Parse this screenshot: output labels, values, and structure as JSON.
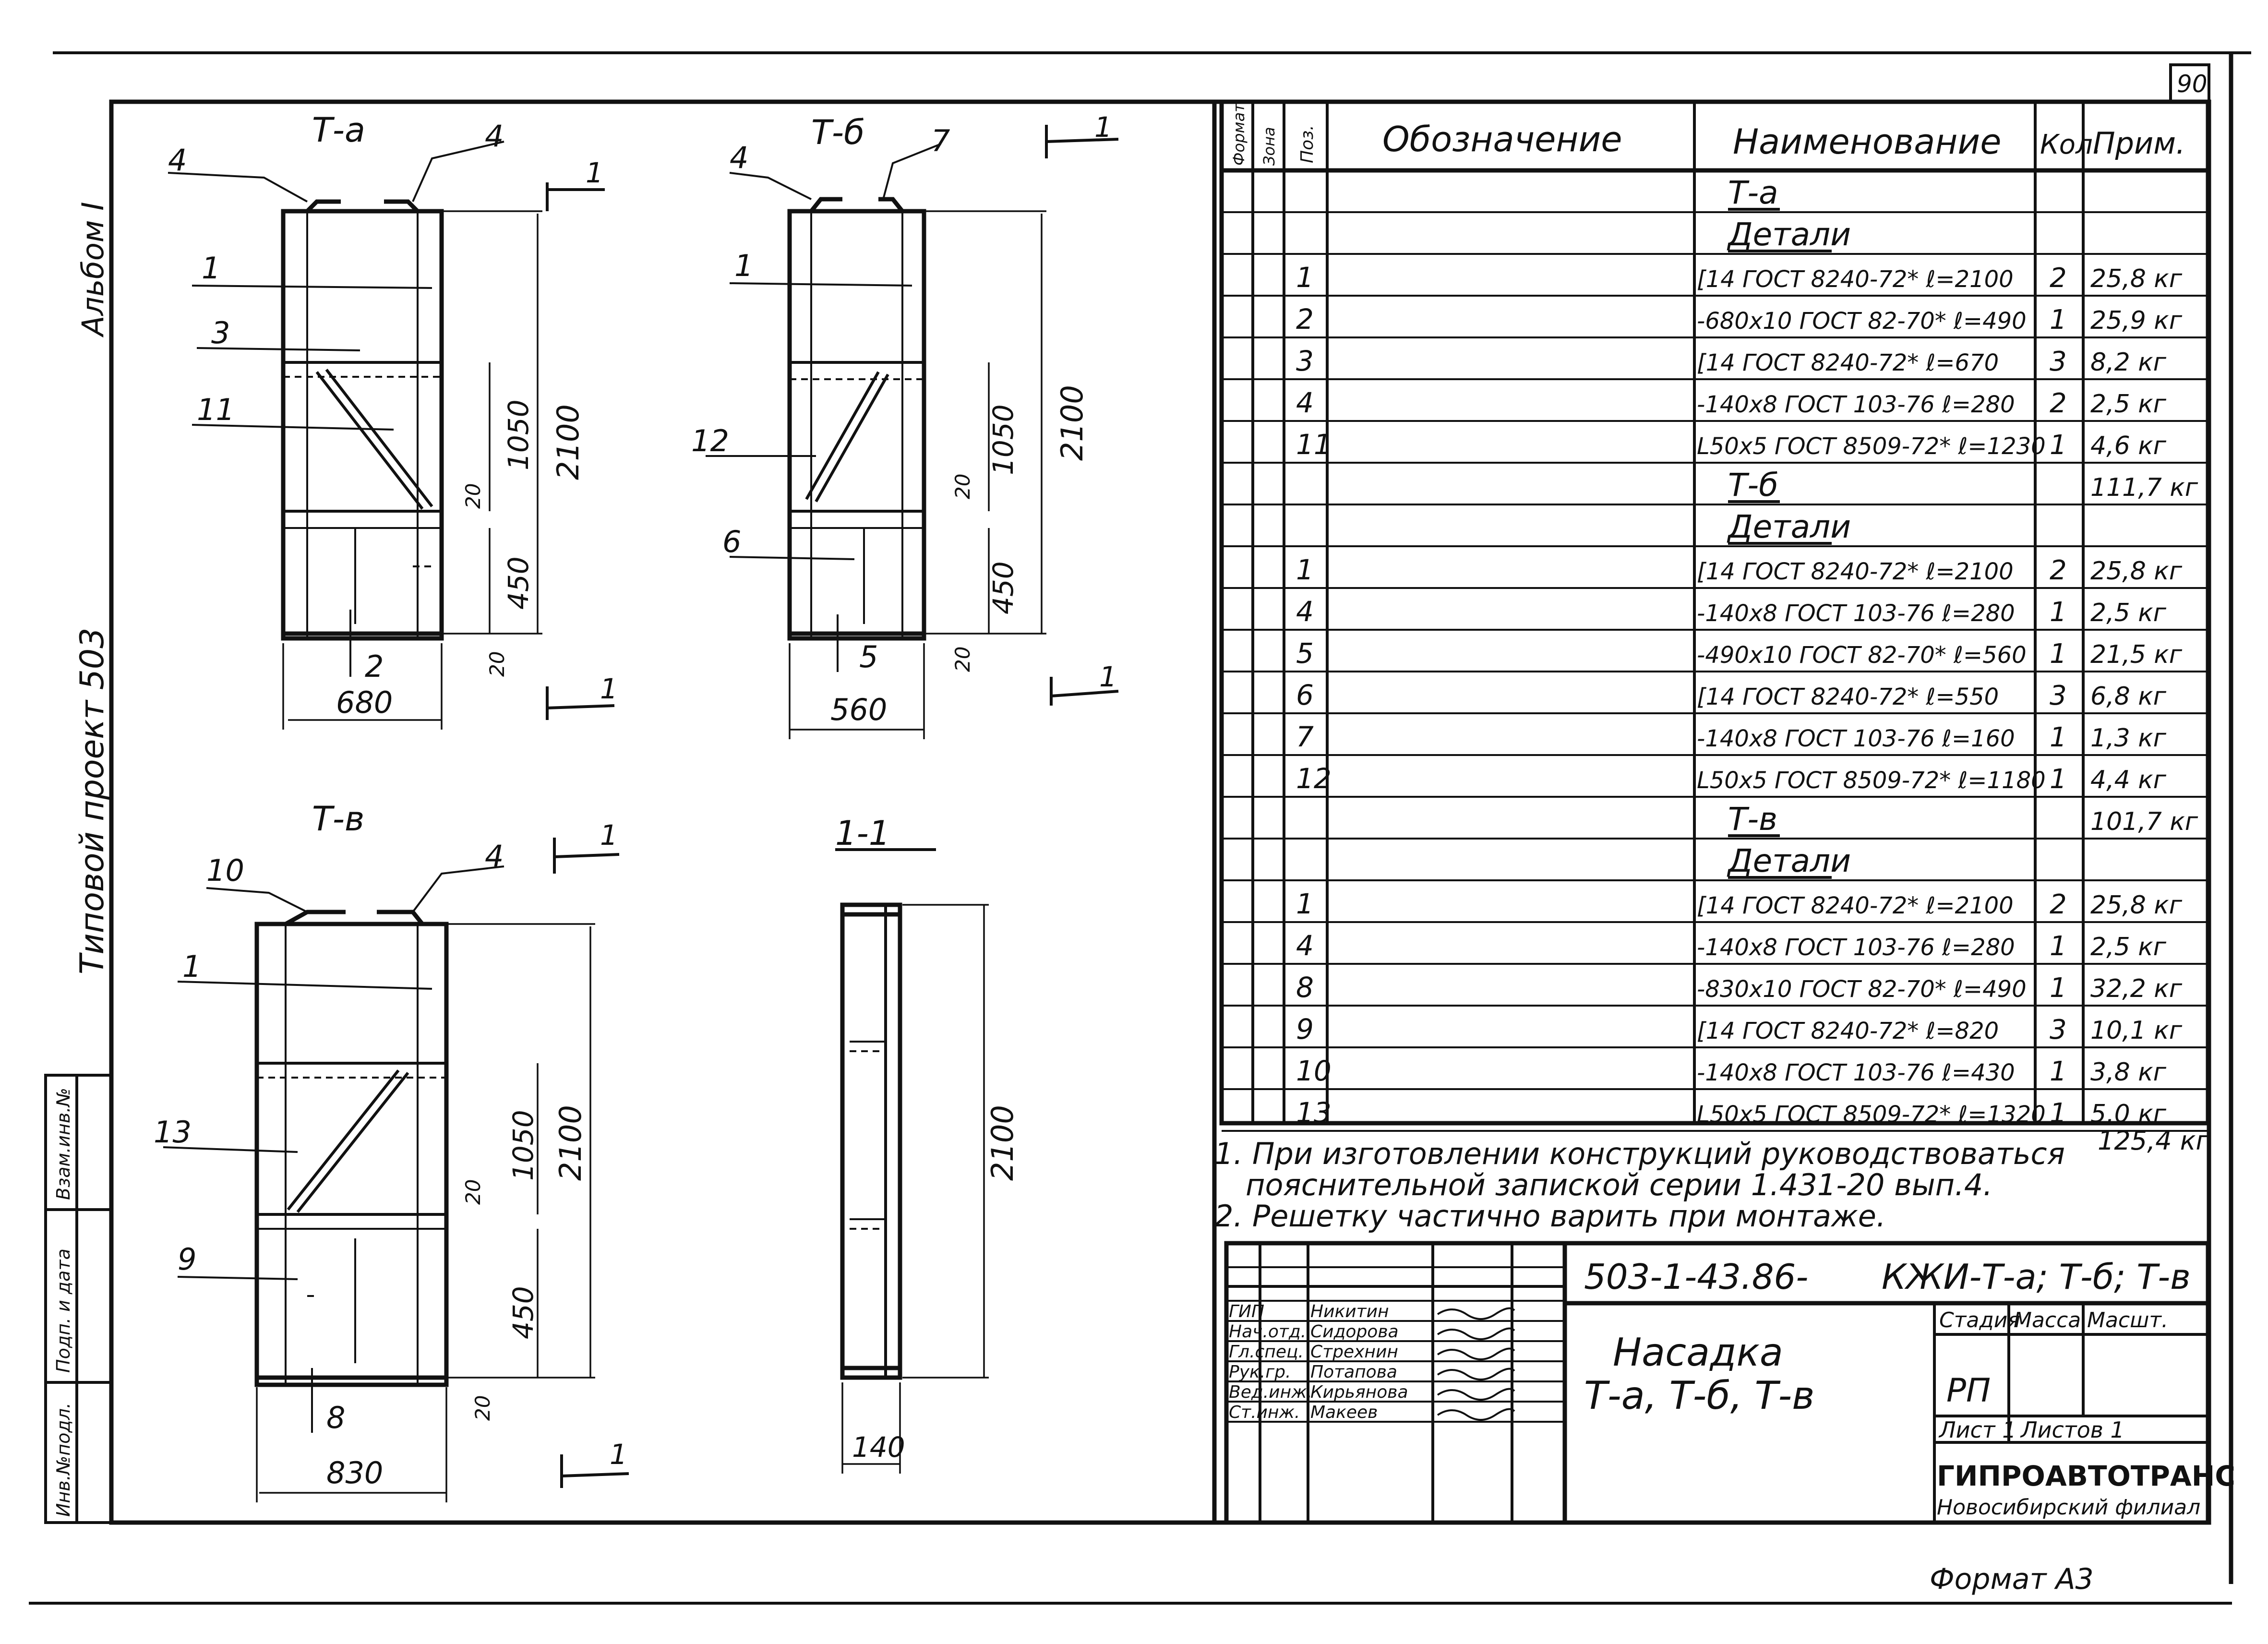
{
  "sheet": {
    "page_number": "90",
    "format_label": "Формат А3",
    "left_margin": {
      "album": "Альбом I",
      "project": "Типовой проект 503",
      "box_labels": [
        "Инв.№подл.",
        "Подп. и дата",
        "Взам.инв.№"
      ]
    }
  },
  "drawings": {
    "ta": {
      "title": "Т-а",
      "pos_labels": [
        "4",
        "4",
        "1",
        "3",
        "11",
        "2"
      ],
      "dims": [
        "1050",
        "450",
        "2100",
        "20",
        "20",
        "680"
      ],
      "section": "1"
    },
    "tb": {
      "title": "Т-б",
      "pos_labels": [
        "4",
        "7",
        "1",
        "12",
        "6",
        "5"
      ],
      "dims": [
        "1050",
        "450",
        "2100",
        "20",
        "20",
        "560"
      ],
      "section": "1"
    },
    "tv": {
      "title": "Т-в",
      "pos_labels": [
        "10",
        "4",
        "1",
        "13",
        "9",
        "8"
      ],
      "dims": [
        "1050",
        "450",
        "2100",
        "20",
        "20",
        "830"
      ],
      "section": "1"
    },
    "s11": {
      "title": "1-1",
      "dims": [
        "2100",
        "140"
      ]
    }
  },
  "spec": {
    "headers": [
      "Формат",
      "Зона",
      "Поз.",
      "Обозначение",
      "Наименование",
      "Кол.",
      "Прим."
    ],
    "rows": [
      {
        "pos": "",
        "name": "Т-а",
        "qty": "",
        "note": "",
        "kind": "title"
      },
      {
        "pos": "",
        "name": "Детали",
        "qty": "",
        "note": "",
        "kind": "title"
      },
      {
        "pos": "1",
        "name": "[14 ГОСТ 8240-72* ℓ=2100",
        "qty": "2",
        "note": "25,8 кг"
      },
      {
        "pos": "2",
        "name": "-680х10 ГОСТ 82-70* ℓ=490",
        "qty": "1",
        "note": "25,9 кг"
      },
      {
        "pos": "3",
        "name": "[14 ГОСТ 8240-72* ℓ=670",
        "qty": "3",
        "note": "8,2 кг"
      },
      {
        "pos": "4",
        "name": "-140х8 ГОСТ 103-76 ℓ=280",
        "qty": "2",
        "note": "2,5 кг"
      },
      {
        "pos": "11",
        "name": "L50х5 ГОСТ 8509-72* ℓ=1230",
        "qty": "1",
        "note": "4,6 кг"
      },
      {
        "pos": "",
        "name": "Т-б",
        "qty": "",
        "note": "111,7 кг",
        "kind": "title"
      },
      {
        "pos": "",
        "name": "Детали",
        "qty": "",
        "note": "",
        "kind": "title"
      },
      {
        "pos": "1",
        "name": "[14 ГОСТ 8240-72* ℓ=2100",
        "qty": "2",
        "note": "25,8 кг"
      },
      {
        "pos": "4",
        "name": "-140х8 ГОСТ 103-76 ℓ=280",
        "qty": "1",
        "note": "2,5 кг"
      },
      {
        "pos": "5",
        "name": "-490х10 ГОСТ 82-70* ℓ=560",
        "qty": "1",
        "note": "21,5 кг"
      },
      {
        "pos": "6",
        "name": "[14 ГОСТ 8240-72* ℓ=550",
        "qty": "3",
        "note": "6,8 кг"
      },
      {
        "pos": "7",
        "name": "-140х8 ГОСТ 103-76 ℓ=160",
        "qty": "1",
        "note": "1,3 кг"
      },
      {
        "pos": "12",
        "name": "L50х5 ГОСТ 8509-72* ℓ=1180",
        "qty": "1",
        "note": "4,4 кг"
      },
      {
        "pos": "",
        "name": "Т-в",
        "qty": "",
        "note": "101,7 кг",
        "kind": "title"
      },
      {
        "pos": "",
        "name": "Детали",
        "qty": "",
        "note": "",
        "kind": "title"
      },
      {
        "pos": "1",
        "name": "[14 ГОСТ 8240-72* ℓ=2100",
        "qty": "2",
        "note": "25,8 кг"
      },
      {
        "pos": "4",
        "name": "-140х8 ГОСТ 103-76 ℓ=280",
        "qty": "1",
        "note": "2,5 кг"
      },
      {
        "pos": "8",
        "name": "-830х10 ГОСТ 82-70* ℓ=490",
        "qty": "1",
        "note": "32,2 кг"
      },
      {
        "pos": "9",
        "name": "[14 ГОСТ 8240-72* ℓ=820",
        "qty": "3",
        "note": "10,1 кг"
      },
      {
        "pos": "10",
        "name": "-140х8 ГОСТ 103-76 ℓ=430",
        "qty": "1",
        "note": "3,8 кг"
      },
      {
        "pos": "13",
        "name": "L50х5 ГОСТ 8509-72* ℓ=1320",
        "qty": "1",
        "note": "5,0 кг"
      }
    ],
    "total": "125,4 кг"
  },
  "notes": [
    "1. При изготовлении конструкций руководствоваться",
    "пояснительной запиской серии 1.431-20 вып.4.",
    "2. Решетку частично варить при монтаже."
  ],
  "title_block": {
    "code": "503-1-43.86-",
    "mark": "КЖИ-Т-а; Т-б; Т-в",
    "title_line1": "Насадка",
    "title_line2": "Т-а, Т-б, Т-в",
    "stage_label": "Стадия",
    "mass_label": "Масса",
    "scale_label": "Масшт.",
    "stage": "РП",
    "sheet": "Лист 1",
    "sheets": "Листов 1",
    "org": "ГИПРОАВТОТРАНС",
    "branch": "Новосибирский филиал",
    "people": [
      {
        "role": "ГИП",
        "name": "Никитин"
      },
      {
        "role": "Нач.отд.",
        "name": "Сидорова"
      },
      {
        "role": "Гл.спец.",
        "name": "Стрехнин"
      },
      {
        "role": "Рук.гр.",
        "name": "Потапова"
      },
      {
        "role": "Вед.инж.",
        "name": "Кирьянова"
      },
      {
        "role": "Ст.инж.",
        "name": "Макеев"
      }
    ]
  }
}
